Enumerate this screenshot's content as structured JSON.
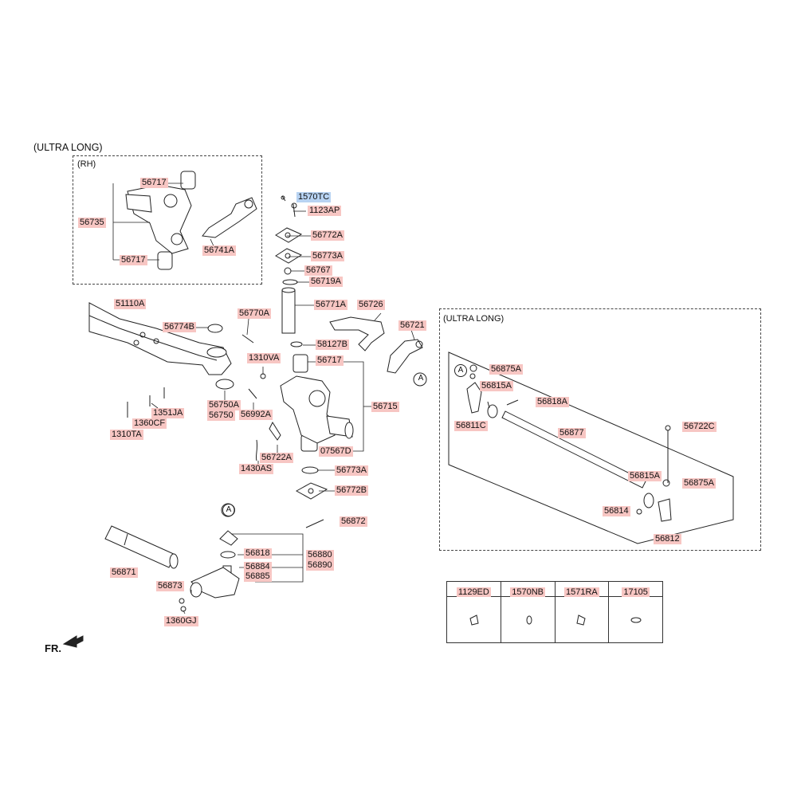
{
  "colors": {
    "label_bg": "#f7c6c3",
    "selected_bg": "#b8d3f2",
    "line": "#222222"
  },
  "header": {
    "title": "(ULTRA LONG)"
  },
  "inset_rh": {
    "subtitle": "(RH)",
    "labels": {
      "top_56717": "56717",
      "l_56735": "56735",
      "bot_56717": "56717",
      "l_56741A": "56741A"
    }
  },
  "center": {
    "labels": {
      "l_1570TC": "1570TC",
      "l_1123AP": "1123AP",
      "l_56772A": "56772A",
      "l_56773A": "56773A",
      "l_56767": "56767",
      "l_56719A": "56719A",
      "l_56771A": "56771A",
      "l_56726": "56726",
      "l_51110A": "51110A",
      "l_56774B": "56774B",
      "l_56770A": "56770A",
      "l_58127B": "58127B",
      "l_56721": "56721",
      "l_1310VA": "1310VA",
      "l_56717": "56717",
      "l_56715": "56715",
      "l_56750A": "56750A",
      "l_56750": "56750",
      "l_56992A": "56992A",
      "l_1351JA": "1351JA",
      "l_1360CF": "1360CF",
      "l_1310TA": "1310TA",
      "l_07567D": "07567D",
      "l_56722A": "56722A",
      "l_1430AS": "1430AS",
      "l_56773A_b": "56773A",
      "l_56772B": "56772B"
    },
    "circle_a": "A"
  },
  "inset_ultralong": {
    "subtitle": "(ULTRA LONG)",
    "labels": {
      "l_56875A": "56875A",
      "l_56815A": "56815A",
      "l_56818A": "56818A",
      "l_56811C": "56811C",
      "l_56877": "56877",
      "l_56722C": "56722C",
      "l_56815A_b": "56815A",
      "l_56875A_b": "56875A",
      "l_56814": "56814",
      "l_56812": "56812"
    },
    "circle_a": "A"
  },
  "bottom": {
    "labels": {
      "l_56872": "56872",
      "l_56818": "56818",
      "l_56880": "56880",
      "l_56890": "56890",
      "l_56884": "56884",
      "l_56885": "56885",
      "l_56871": "56871",
      "l_56873": "56873",
      "l_1360GJ": "1360GJ"
    },
    "circle_a": "A"
  },
  "parts_table": {
    "headers": [
      "1129ED",
      "1570NB",
      "1571RA",
      "17105"
    ]
  },
  "footer": {
    "direction": "FR."
  }
}
